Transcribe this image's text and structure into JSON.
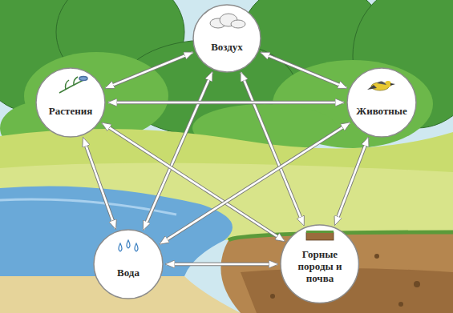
{
  "diagram": {
    "nodes": [
      {
        "text": [
          "Воздух"
        ]
      },
      {
        "text": [
          "Растения"
        ]
      },
      {
        "text": [
          "Животные"
        ]
      },
      {
        "text": [
          "Вода"
        ]
      },
      {
        "text": [
          "Горные породы и почва"
        ]
      }
    ],
    "edges": [
      {
        "from": 0,
        "to": 1,
        "arrow": "both"
      },
      {
        "from": 0,
        "to": 2,
        "arrow": "both"
      },
      {
        "from": 0,
        "to": 3,
        "arrow": "both"
      },
      {
        "from": 0,
        "to": 4,
        "arrow": "both"
      },
      {
        "from": 1,
        "to": 2,
        "arrow": "both"
      },
      {
        "from": 1,
        "to": 3,
        "arrow": "both"
      },
      {
        "from": 1,
        "to": 4,
        "arrow": "both"
      },
      {
        "from": 2,
        "to": 3,
        "arrow": "both"
      },
      {
        "from": 2,
        "to": 4,
        "arrow": "both"
      },
      {
        "from": 3,
        "to": 4,
        "arrow": "both"
      }
    ]
  }
}
